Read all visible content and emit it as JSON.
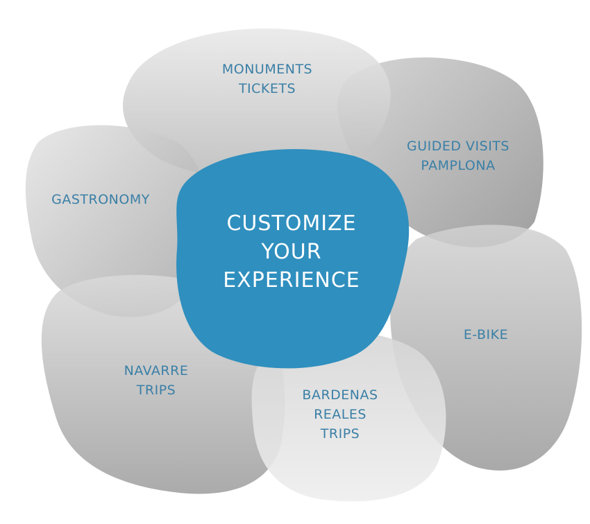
{
  "center": {
    "lines": [
      "CUSTOMIZE",
      "YOUR",
      "EXPERIENCE"
    ]
  },
  "petals": {
    "monuments": {
      "lines": [
        "MONUMENTS",
        "TICKETS"
      ]
    },
    "guided": {
      "lines": [
        "GUIDED VISITS",
        "PAMPLONA"
      ]
    },
    "gastronomy": {
      "lines": [
        "GASTRONOMY"
      ]
    },
    "ebike": {
      "lines": [
        "E-BIKE"
      ]
    },
    "navarre": {
      "lines": [
        "NAVARRE",
        "TRIPS"
      ]
    },
    "bardenas": {
      "lines": [
        "BARDENAS",
        "REALES",
        "TRIPS"
      ]
    }
  },
  "colors": {
    "center_fill": "#2f8fbe",
    "label_text": "#3a7fa6",
    "petal_fill": "#d8d8d8",
    "petal_shadow": "#a9a9a9"
  }
}
